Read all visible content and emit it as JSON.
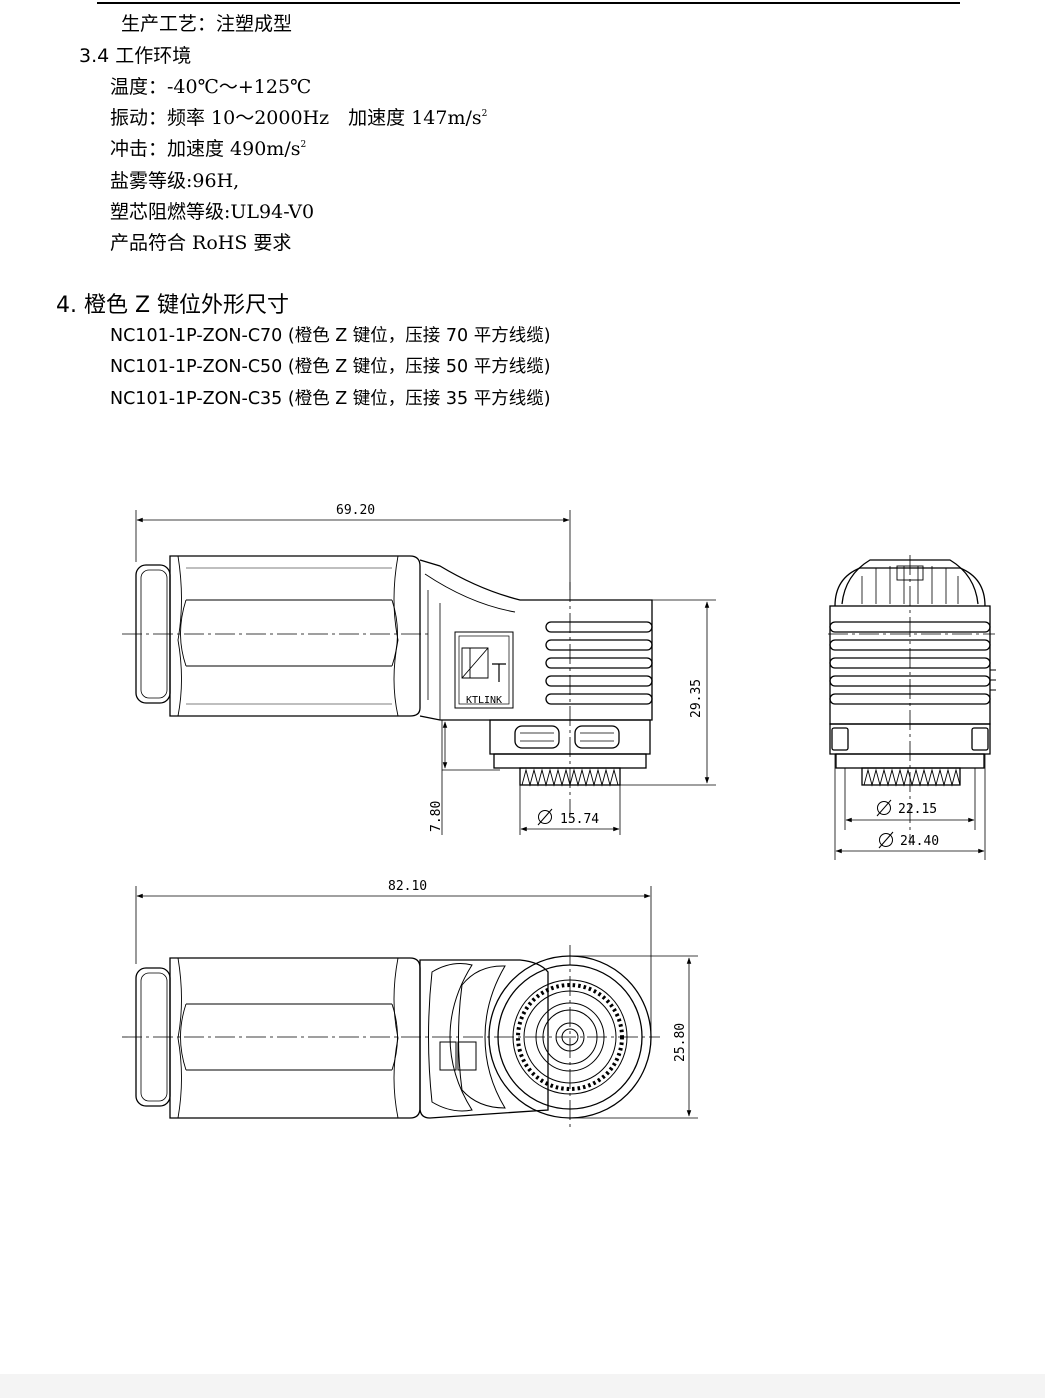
{
  "process_line": "生产工艺：注塑成型",
  "section_3_4": {
    "heading": "3.4 工作环境",
    "temperature": "温度：-40℃～+125℃",
    "vibration": "振动：频率 10～2000Hz　加速度 147m/s",
    "vibration_sup": "2",
    "shock": "冲击：加速度 490m/s",
    "shock_sup": "2",
    "salt_spray": "盐雾等级:96H,",
    "flame": "塑芯阻燃等级:UL94-V0",
    "rohs": "产品符合 RoHS 要求"
  },
  "section_4": {
    "heading": "4.  橙色 Z 键位外形尺寸",
    "models": [
      "NC101-1P-ZON-C70 (橙色 Z 键位，压接 70 平方线缆)",
      "NC101-1P-ZON-C50 (橙色 Z 键位，压接 50 平方线缆)",
      "NC101-1P-ZON-C35 (橙色 Z 键位，压接 35 平方线缆)"
    ]
  },
  "drawing": {
    "logo_text": "KTLINK",
    "dims": {
      "side_length": "69.20",
      "side_height": "29.35",
      "pin_offset": "7.80",
      "pin_diameter": "15.74",
      "end_inner_diameter": "22.15",
      "end_outer_diameter": "24.40",
      "top_length": "82.10",
      "top_width": "25.80"
    }
  }
}
